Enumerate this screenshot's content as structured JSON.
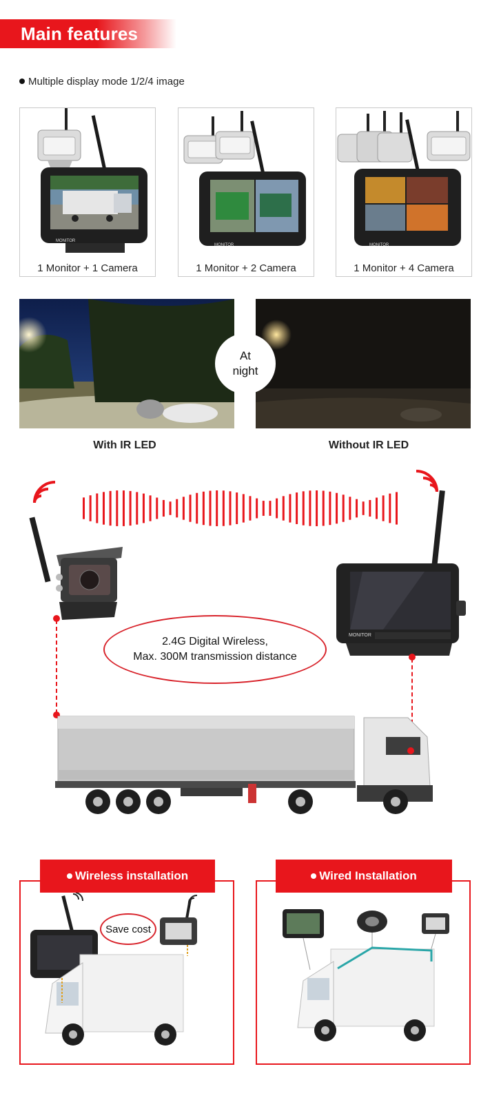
{
  "header": {
    "title": "Main features"
  },
  "feature": {
    "text": "Multiple display mode 1/2/4 image"
  },
  "modes": [
    {
      "caption": "1 Monitor + 1 Camera"
    },
    {
      "caption": "1 Monitor + 2 Camera"
    },
    {
      "caption": "1 Monitor + 4 Camera"
    }
  ],
  "monitor_label": "MONITOR",
  "night": {
    "badge_line1": "At",
    "badge_line2": "night",
    "with_label": "With IR LED",
    "without_label": "Without IR LED"
  },
  "wireless": {
    "line1": "2.4G Digital Wireless,",
    "line2": "Max. 300M transmission distance"
  },
  "install": {
    "wireless_title": "Wireless installation",
    "wired_title": "Wired Installation",
    "save_cost": "Save cost"
  },
  "colors": {
    "accent": "#e8161c",
    "dark": "#1a1a1a"
  }
}
